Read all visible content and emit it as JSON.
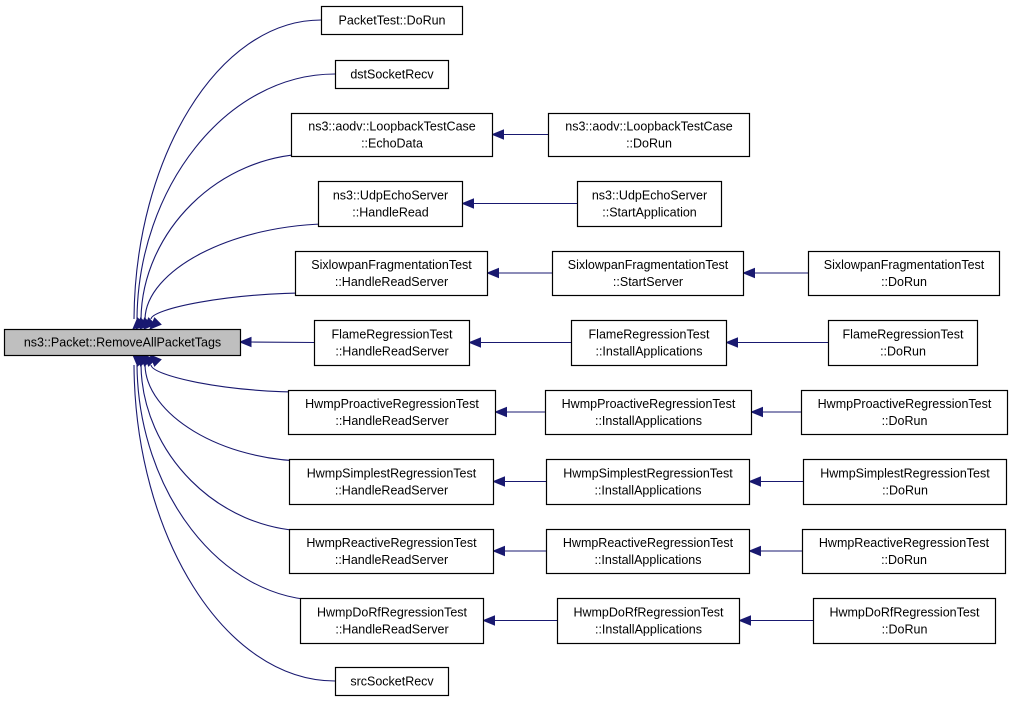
{
  "graph": {
    "edge_color": "#191970",
    "root_fill": "#bfbfbf",
    "node_fill": "#ffffff",
    "nodes": [
      {
        "id": "root",
        "lines": [
          "ns3::Packet::RemoveAllPacketTags"
        ],
        "root": true
      },
      {
        "id": "packettest-dorun",
        "lines": [
          "PacketTest::DoRun"
        ]
      },
      {
        "id": "dstsocketrecv",
        "lines": [
          "dstSocketRecv"
        ]
      },
      {
        "id": "aodv-echodata",
        "lines": [
          "ns3::aodv::LoopbackTestCase",
          "::EchoData"
        ]
      },
      {
        "id": "aodv-dorun",
        "lines": [
          "ns3::aodv::LoopbackTestCase",
          "::DoRun"
        ]
      },
      {
        "id": "udpecho-handleread",
        "lines": [
          "ns3::UdpEchoServer",
          "::HandleRead"
        ]
      },
      {
        "id": "udpecho-startapp",
        "lines": [
          "ns3::UdpEchoServer",
          "::StartApplication"
        ]
      },
      {
        "id": "sixlowpan-handlereadserver",
        "lines": [
          "SixlowpanFragmentationTest",
          "::HandleReadServer"
        ]
      },
      {
        "id": "sixlowpan-startserver",
        "lines": [
          "SixlowpanFragmentationTest",
          "::StartServer"
        ]
      },
      {
        "id": "sixlowpan-dorun",
        "lines": [
          "SixlowpanFragmentationTest",
          "::DoRun"
        ]
      },
      {
        "id": "flame-handlereadserver",
        "lines": [
          "FlameRegressionTest",
          "::HandleReadServer"
        ]
      },
      {
        "id": "flame-installapps",
        "lines": [
          "FlameRegressionTest",
          "::InstallApplications"
        ]
      },
      {
        "id": "flame-dorun",
        "lines": [
          "FlameRegressionTest",
          "::DoRun"
        ]
      },
      {
        "id": "hwmpproactive-handlereadserver",
        "lines": [
          "HwmpProactiveRegressionTest",
          "::HandleReadServer"
        ]
      },
      {
        "id": "hwmpproactive-installapps",
        "lines": [
          "HwmpProactiveRegressionTest",
          "::InstallApplications"
        ]
      },
      {
        "id": "hwmpproactive-dorun",
        "lines": [
          "HwmpProactiveRegressionTest",
          "::DoRun"
        ]
      },
      {
        "id": "hwmpsimplest-handlereadserver",
        "lines": [
          "HwmpSimplestRegressionTest",
          "::HandleReadServer"
        ]
      },
      {
        "id": "hwmpsimplest-installapps",
        "lines": [
          "HwmpSimplestRegressionTest",
          "::InstallApplications"
        ]
      },
      {
        "id": "hwmpsimplest-dorun",
        "lines": [
          "HwmpSimplestRegressionTest",
          "::DoRun"
        ]
      },
      {
        "id": "hwmpreactive-handlereadserver",
        "lines": [
          "HwmpReactiveRegressionTest",
          "::HandleReadServer"
        ]
      },
      {
        "id": "hwmpreactive-installapps",
        "lines": [
          "HwmpReactiveRegressionTest",
          "::InstallApplications"
        ]
      },
      {
        "id": "hwmpreactive-dorun",
        "lines": [
          "HwmpReactiveRegressionTest",
          "::DoRun"
        ]
      },
      {
        "id": "hwmpdorf-handlereadserver",
        "lines": [
          "HwmpDoRfRegressionTest",
          "::HandleReadServer"
        ]
      },
      {
        "id": "hwmpdorf-installapps",
        "lines": [
          "HwmpDoRfRegressionTest",
          "::InstallApplications"
        ]
      },
      {
        "id": "hwmpdorf-dorun",
        "lines": [
          "HwmpDoRfRegressionTest",
          "::DoRun"
        ]
      },
      {
        "id": "srcsocketrecv",
        "lines": [
          "srcSocketRecv"
        ]
      }
    ],
    "edges": [
      {
        "from": "packettest-dorun",
        "to": "root"
      },
      {
        "from": "dstsocketrecv",
        "to": "root"
      },
      {
        "from": "aodv-echodata",
        "to": "root"
      },
      {
        "from": "udpecho-handleread",
        "to": "root"
      },
      {
        "from": "sixlowpan-handlereadserver",
        "to": "root"
      },
      {
        "from": "flame-handlereadserver",
        "to": "root"
      },
      {
        "from": "hwmpproactive-handlereadserver",
        "to": "root"
      },
      {
        "from": "hwmpsimplest-handlereadserver",
        "to": "root"
      },
      {
        "from": "hwmpreactive-handlereadserver",
        "to": "root"
      },
      {
        "from": "hwmpdorf-handlereadserver",
        "to": "root"
      },
      {
        "from": "srcsocketrecv",
        "to": "root"
      },
      {
        "from": "aodv-dorun",
        "to": "aodv-echodata"
      },
      {
        "from": "udpecho-startapp",
        "to": "udpecho-handleread"
      },
      {
        "from": "sixlowpan-startserver",
        "to": "sixlowpan-handlereadserver"
      },
      {
        "from": "sixlowpan-dorun",
        "to": "sixlowpan-startserver"
      },
      {
        "from": "flame-installapps",
        "to": "flame-handlereadserver"
      },
      {
        "from": "flame-dorun",
        "to": "flame-installapps"
      },
      {
        "from": "hwmpproactive-installapps",
        "to": "hwmpproactive-handlereadserver"
      },
      {
        "from": "hwmpproactive-dorun",
        "to": "hwmpproactive-installapps"
      },
      {
        "from": "hwmpsimplest-installapps",
        "to": "hwmpsimplest-handlereadserver"
      },
      {
        "from": "hwmpsimplest-dorun",
        "to": "hwmpsimplest-installapps"
      },
      {
        "from": "hwmpreactive-installapps",
        "to": "hwmpreactive-handlereadserver"
      },
      {
        "from": "hwmpreactive-dorun",
        "to": "hwmpreactive-installapps"
      },
      {
        "from": "hwmpdorf-installapps",
        "to": "hwmpdorf-handlereadserver"
      },
      {
        "from": "hwmpdorf-dorun",
        "to": "hwmpdorf-installapps"
      }
    ]
  }
}
